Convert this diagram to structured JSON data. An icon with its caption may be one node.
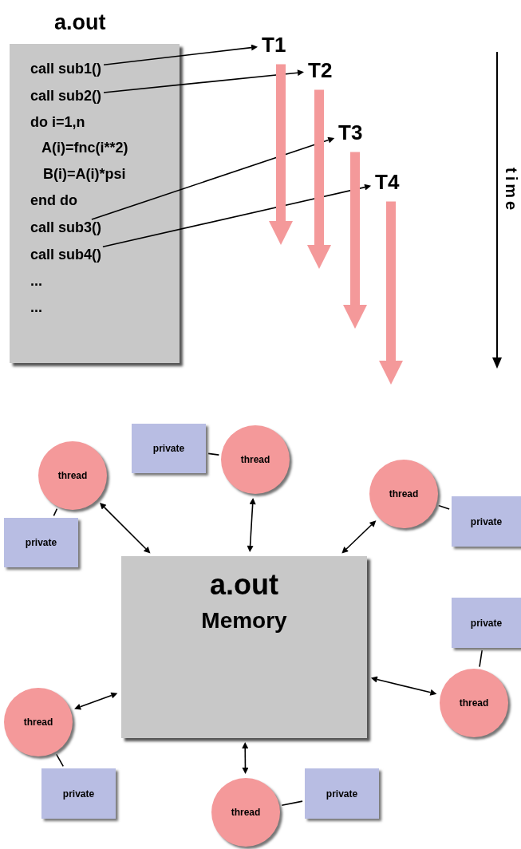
{
  "diagram": {
    "nodes": [
      {
        "text": [
          "a.out"
        ]
      },
      {
        "text": [
          "call sub1()"
        ],
        "in": 0
      },
      {
        "text": [
          "call sub2()"
        ],
        "in": 0
      },
      {
        "text": [
          "do i=1,n"
        ],
        "in": 0
      },
      {
        "text": [
          "A(i)=fnc(i**2)"
        ],
        "in": 0
      },
      {
        "text": [
          "B(i)=A(i)*psi"
        ],
        "in": 0
      },
      {
        "text": [
          "end do"
        ],
        "in": 0
      },
      {
        "text": [
          "call sub3()"
        ],
        "in": 0
      },
      {
        "text": [
          "call sub4()"
        ],
        "in": 0
      },
      {
        "text": [
          "..."
        ],
        "in": 0
      },
      {
        "text": [
          "..."
        ],
        "in": 0
      },
      {
        "text": [
          "T1"
        ]
      },
      {
        "text": [
          "T2"
        ]
      },
      {
        "text": [
          "T3"
        ]
      },
      {
        "text": [
          "T4"
        ]
      },
      {
        "text": [
          "private"
        ]
      },
      {
        "text": [
          "thread"
        ]
      },
      {
        "text": [
          "thread"
        ]
      },
      {
        "text": [
          "thread"
        ]
      },
      {
        "text": [
          "private"
        ]
      },
      {
        "text": [
          "private"
        ]
      },
      {
        "text": [
          "a.out",
          "Memory"
        ]
      },
      {
        "text": [
          "private"
        ]
      },
      {
        "text": [
          "thread"
        ]
      },
      {
        "text": [
          "thread"
        ]
      },
      {
        "text": [
          "private"
        ]
      },
      {
        "text": [
          "private"
        ]
      },
      {
        "text": [
          "thread"
        ]
      }
    ],
    "edges": [
      {
        "from": 1,
        "to": 11,
        "arrow": "to"
      },
      {
        "from": 2,
        "to": 12,
        "arrow": "to"
      },
      {
        "from": 7,
        "to": 13,
        "arrow": "to"
      },
      {
        "from": 8,
        "to": 14,
        "arrow": "to"
      },
      {
        "from": 11,
        "to": null,
        "arrow": "to",
        "style": "thick",
        "color": "#f4999a"
      },
      {
        "from": 12,
        "to": null,
        "arrow": "to",
        "style": "thick",
        "color": "#f4999a"
      },
      {
        "from": 13,
        "to": null,
        "arrow": "to",
        "style": "thick",
        "color": "#f4999a"
      },
      {
        "from": 14,
        "to": null,
        "arrow": "to",
        "style": "thick",
        "color": "#f4999a"
      },
      {
        "from": 17,
        "to": 21,
        "arrow": "both"
      },
      {
        "from": 16,
        "to": 21,
        "arrow": "both"
      },
      {
        "from": 18,
        "to": 21,
        "arrow": "both"
      },
      {
        "from": 24,
        "to": 21,
        "arrow": "both"
      },
      {
        "from": 23,
        "to": 21,
        "arrow": "both"
      },
      {
        "from": 27,
        "to": 21,
        "arrow": "both"
      },
      {
        "from": 15,
        "to": 16,
        "arrow": "none"
      },
      {
        "from": 17,
        "to": 20,
        "arrow": "none"
      },
      {
        "from": 18,
        "to": 19,
        "arrow": "none"
      },
      {
        "from": 22,
        "to": 23,
        "arrow": "none"
      },
      {
        "from": 24,
        "to": 25,
        "arrow": "none"
      },
      {
        "from": 27,
        "to": 26,
        "arrow": "none"
      }
    ],
    "labels": [
      "time"
    ]
  }
}
